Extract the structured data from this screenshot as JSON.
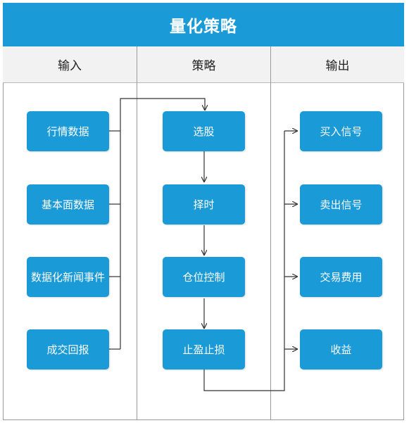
{
  "title": "量化策略",
  "columns": [
    {
      "header": "输入",
      "items": [
        "行情数据",
        "基本面数据",
        "数据化新闻事件",
        "成交回报"
      ]
    },
    {
      "header": "策略",
      "items": [
        "选股",
        "择时",
        "仓位控制",
        "止盈止损"
      ]
    },
    {
      "header": "输出",
      "items": [
        "买入信号",
        "卖出信号",
        "交易费用",
        "收益"
      ]
    }
  ],
  "colors": {
    "accent": "#1a9ad6",
    "header_bg": "#f2f2f2",
    "line": "#333333"
  }
}
